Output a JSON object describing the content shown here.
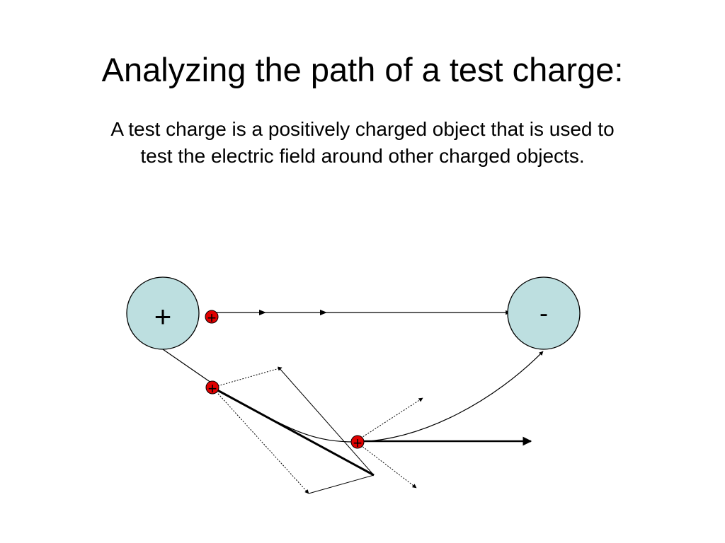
{
  "slide": {
    "title": "Analyzing the path of a test charge:",
    "body_lines": [
      "A test charge is a positively charged object that is used to",
      "test the electric field around other charged objects."
    ]
  },
  "diagram": {
    "source_charge_positive": {
      "symbol": "+"
    },
    "source_charge_negative": {
      "symbol": "-"
    },
    "test_charges": [
      {
        "symbol": "+"
      },
      {
        "symbol": "+"
      },
      {
        "symbol": "+"
      }
    ]
  },
  "colors": {
    "source_charge_fill": "#bddfe0",
    "test_charge_fill": "#e00000",
    "stroke": "#000000"
  },
  "icons": {
    "source_charges": "circle",
    "test_charges": "small-red-circle",
    "vectors": "arrow"
  }
}
